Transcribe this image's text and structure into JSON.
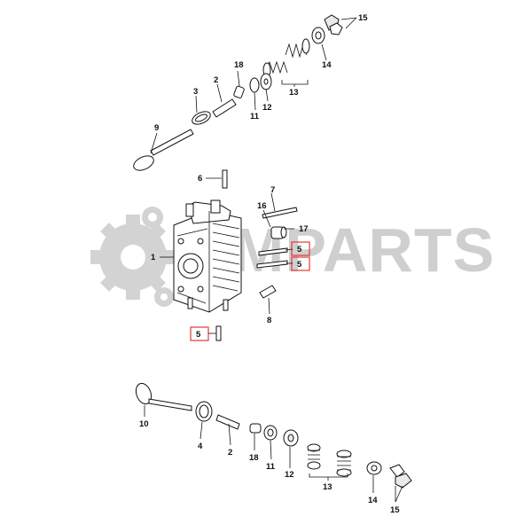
{
  "watermark": {
    "text": "MPARTS",
    "color": "#cfcfcf"
  },
  "highlight_color": "#e03a3a",
  "callouts": {
    "top": {
      "n15": "15",
      "n14": "14",
      "n13": "13",
      "n18": "18",
      "n2": "2",
      "n3": "3",
      "n12": "12",
      "n11": "11",
      "n9": "9"
    },
    "middle": {
      "n6": "6",
      "n7": "7",
      "n16": "16",
      "n17": "17",
      "n1": "1",
      "n5a": "5",
      "n5b": "5",
      "n8": "8",
      "n5c": "5"
    },
    "bottom": {
      "n10": "10",
      "n4": "4",
      "n2": "2",
      "n18": "18",
      "n11": "11",
      "n12": "12",
      "n13": "13",
      "n14": "14",
      "n15": "15"
    }
  }
}
